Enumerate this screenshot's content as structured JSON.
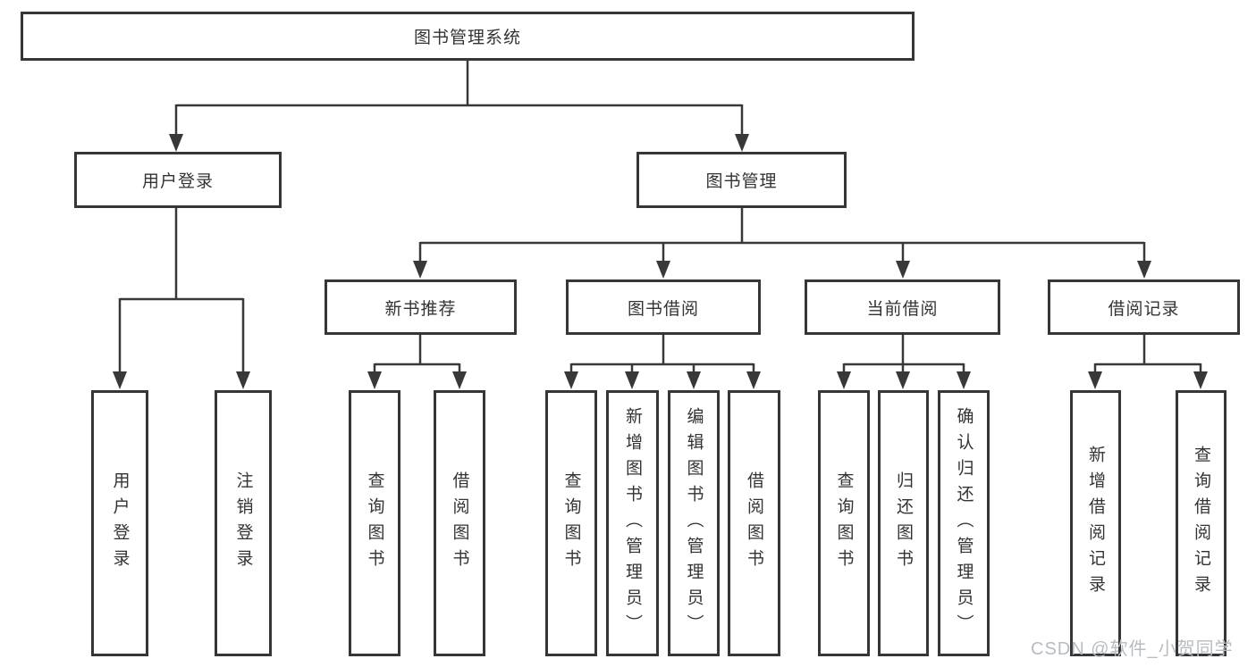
{
  "diagram": {
    "tree": {
      "label": "图书管理系统",
      "children": [
        {
          "label": "用户登录",
          "children": [
            {
              "label": "用户登录"
            },
            {
              "label": "注销登录"
            }
          ]
        },
        {
          "label": "图书管理",
          "children": [
            {
              "label": "新书推荐",
              "children": [
                {
                  "label": "查询图书"
                },
                {
                  "label": "借阅图书"
                }
              ]
            },
            {
              "label": "图书借阅",
              "children": [
                {
                  "label": "查询图书"
                },
                {
                  "label": "新增图书（管理员）"
                },
                {
                  "label": "编辑图书（管理员）"
                },
                {
                  "label": "借阅图书"
                }
              ]
            },
            {
              "label": "当前借阅",
              "children": [
                {
                  "label": "查询图书"
                },
                {
                  "label": "归还图书"
                },
                {
                  "label": "确认归还（管理员）"
                }
              ]
            },
            {
              "label": "借阅记录",
              "children": [
                {
                  "label": "新增借阅记录"
                },
                {
                  "label": "查询借阅记录"
                }
              ]
            }
          ]
        }
      ]
    },
    "colors": {
      "line": "#383838",
      "box_border": "#363636",
      "text": "#333333",
      "watermark": "#b7bcc2",
      "background": "#ffffff"
    }
  },
  "watermark": {
    "text": "CSDN @软件_小贺同学"
  }
}
